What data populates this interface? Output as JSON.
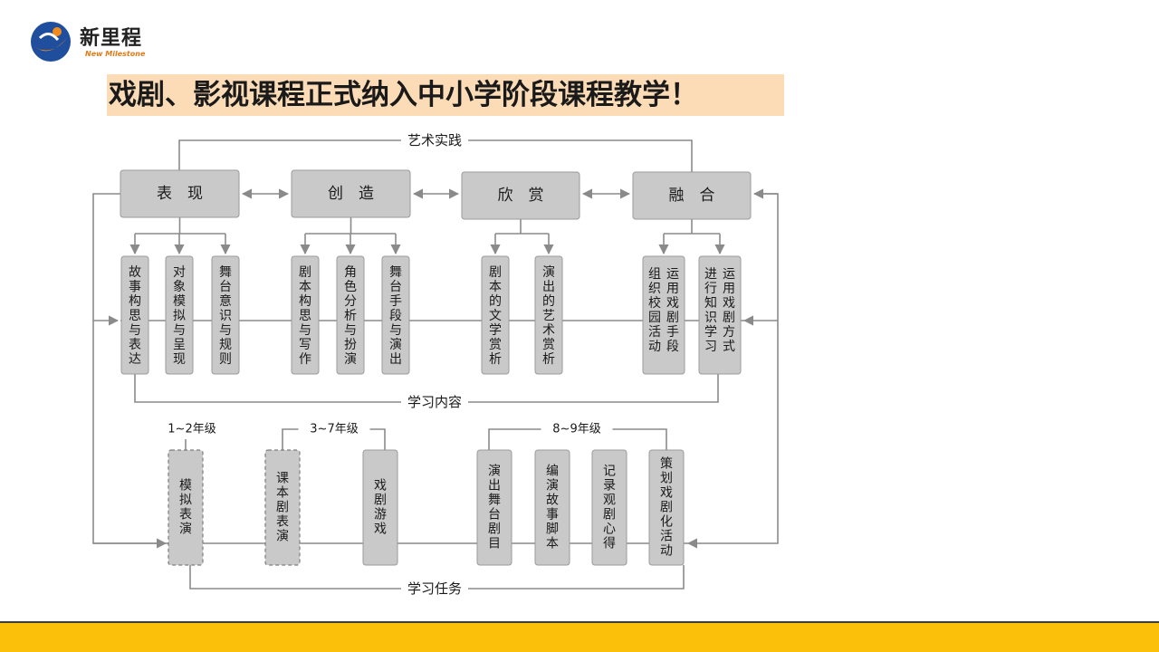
{
  "brand": {
    "name": "新里程",
    "subtitle": "New Milestone",
    "colors": {
      "blue": "#1f4e9c",
      "orange": "#f08a1c"
    }
  },
  "title": "戏剧、影视课程正式纳入中小学阶段课程教学！",
  "diagram": {
    "top_label": "艺术实践",
    "middle_label": "学习内容",
    "bottom_label": "学习任务",
    "categories": [
      {
        "id": "c1",
        "label": "表　现",
        "children": [
          "故事构思与表达",
          "对象模拟与呈现",
          "舞台意识与规则"
        ]
      },
      {
        "id": "c2",
        "label": "创　造",
        "children": [
          "剧本构思与写作",
          "角色分析与扮演",
          "舞台手段与演出"
        ]
      },
      {
        "id": "c3",
        "label": "欣　赏",
        "children": [
          "剧本的文学赏析",
          "演出的艺术赏析"
        ]
      },
      {
        "id": "c4",
        "label": "融　合",
        "children": [
          [
            "运用戏剧手段",
            "组织校园活动"
          ],
          [
            "运用戏剧方式",
            "进行知识学习"
          ]
        ]
      }
    ],
    "grade_groups": [
      {
        "label": "1~2年级",
        "tasks": [
          {
            "text": "模拟表演",
            "dashed": true
          }
        ]
      },
      {
        "label": "3~7年级",
        "tasks": [
          {
            "text": "课本剧表演",
            "dashed": true
          },
          {
            "text": "戏剧游戏",
            "dashed": false
          }
        ]
      },
      {
        "label": "8~9年级",
        "tasks": [
          {
            "text": "演出舞台剧目",
            "dashed": false
          },
          {
            "text": "编演故事脚本",
            "dashed": false
          },
          {
            "text": "记录观剧心得",
            "dashed": false
          },
          {
            "text": "策划戏剧化活动",
            "dashed": false
          }
        ]
      }
    ],
    "colors": {
      "box": "#c9c9c9",
      "line": "#8a8a8a",
      "text": "#1a1a1a"
    }
  }
}
